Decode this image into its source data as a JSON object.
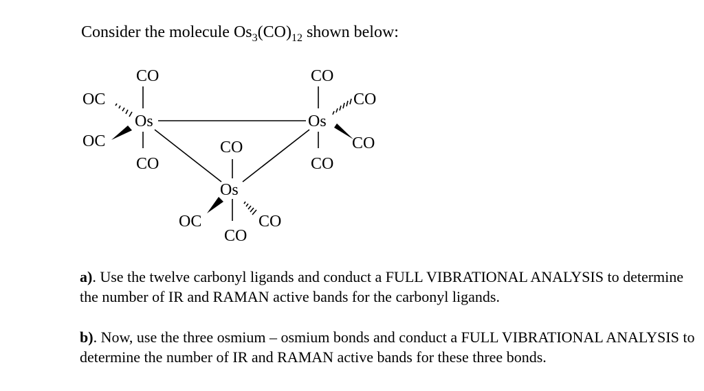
{
  "intro": {
    "text_before": "Consider the molecule Os",
    "sub1": "3",
    "text_mid": "(CO)",
    "sub2": "12",
    "text_after": " shown below:"
  },
  "molecule": {
    "top_left_os": {
      "os": "Os",
      "axial_up": "CO",
      "axial_down": "CO",
      "hashed": "OC",
      "wedged": "OC"
    },
    "top_right_os": {
      "os": "Os",
      "axial_up": "CO",
      "axial_down": "CO",
      "hashed": "CO",
      "wedged": "CO"
    },
    "bottom_os": {
      "os": "Os",
      "axial_up": "CO",
      "axial_down": "CO",
      "hashed": "CO",
      "wedged": "OC"
    }
  },
  "questions": {
    "a": {
      "letter": "a)",
      "text": ". Use the twelve carbonyl ligands and conduct a FULL VIBRATIONAL ANALYSIS to determine the number of IR and RAMAN active bands for the carbonyl ligands."
    },
    "b": {
      "letter": "b)",
      "text": ". Now, use the three osmium – osmium bonds and conduct a FULL VIBRATIONAL ANALYSIS to determine the number of IR and RAMAN active bands for these three bonds."
    }
  }
}
